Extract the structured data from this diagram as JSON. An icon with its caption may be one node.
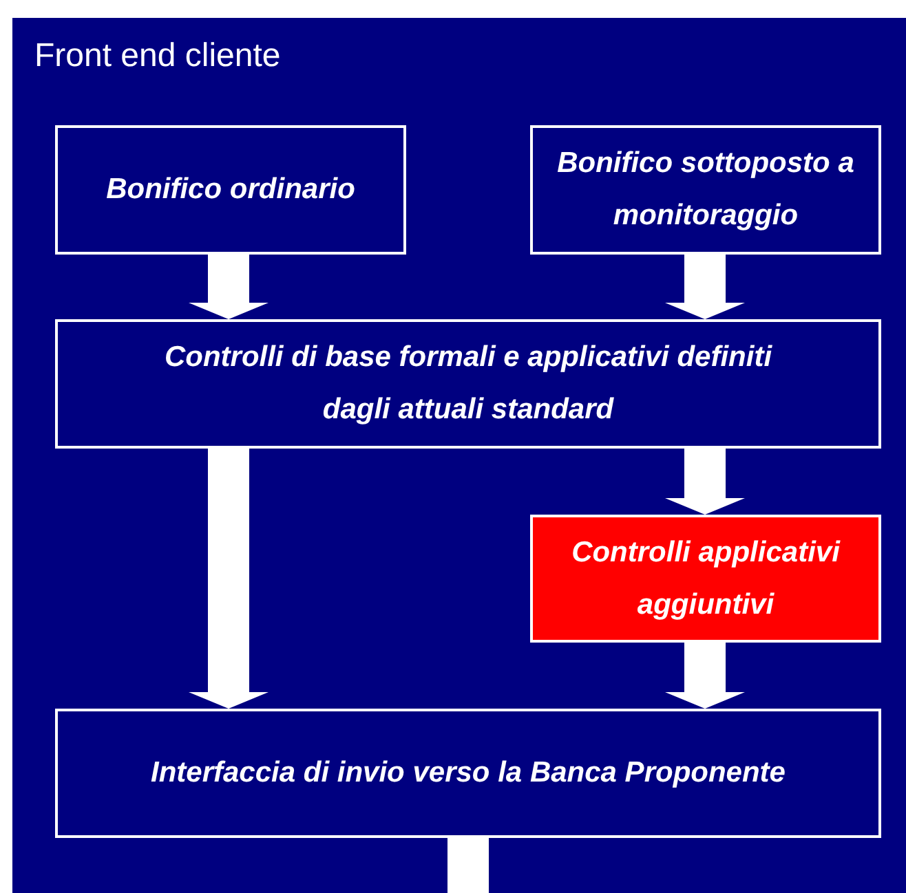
{
  "diagram": {
    "nodes": [
      {
        "text": [
          "Front end cliente"
        ]
      },
      {
        "text": [
          "Bonifico ordinario"
        ],
        "in": 0
      },
      {
        "text": [
          "Bonifico sottoposto a monitoraggio"
        ],
        "in": 0
      },
      {
        "text": [
          "Controlli di base formali e applicativi definiti dagli attuali standard"
        ],
        "in": 0
      },
      {
        "text": [
          "Controlli  applicativi aggiuntivi"
        ],
        "in": 0
      },
      {
        "text": [
          "Interfaccia di invio verso la Banca Proponente"
        ],
        "in": 0
      }
    ],
    "edges": [
      {
        "from": 1,
        "to": 3,
        "arrow": "to"
      },
      {
        "from": 2,
        "to": 3,
        "arrow": "to"
      },
      {
        "from": 3,
        "to": 5,
        "arrow": "to"
      },
      {
        "from": 3,
        "to": 4,
        "arrow": "to"
      },
      {
        "from": 4,
        "to": 5,
        "arrow": "to"
      },
      {
        "from": 5,
        "to": null,
        "arrow": "to"
      }
    ]
  }
}
